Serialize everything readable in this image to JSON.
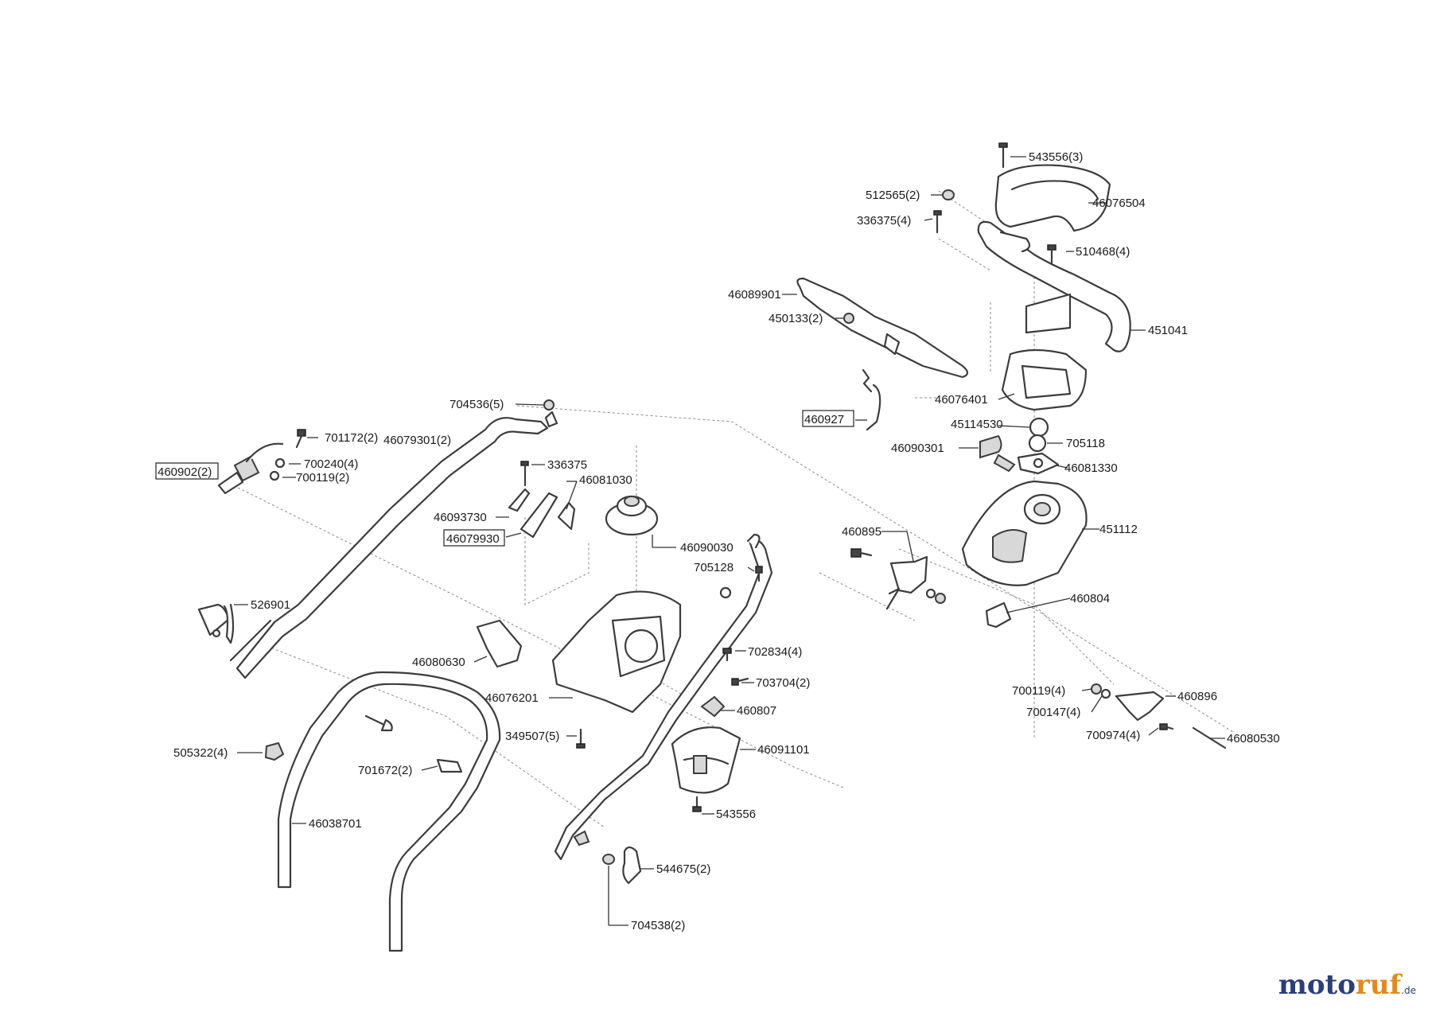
{
  "parts": [
    {
      "id": "543556_3",
      "label": "543556(3)",
      "boxed": false
    },
    {
      "id": "46076504",
      "label": "46076504",
      "boxed": false
    },
    {
      "id": "512565_2",
      "label": "512565(2)",
      "boxed": false
    },
    {
      "id": "336375_4",
      "label": "336375(4)",
      "boxed": false
    },
    {
      "id": "510468_4",
      "label": "510468(4)",
      "boxed": false
    },
    {
      "id": "46089901",
      "label": "46089901",
      "boxed": false
    },
    {
      "id": "450133_2",
      "label": "450133(2)",
      "boxed": false
    },
    {
      "id": "451041",
      "label": "451041",
      "boxed": false
    },
    {
      "id": "46076401",
      "label": "46076401",
      "boxed": false
    },
    {
      "id": "460927",
      "label": "460927",
      "boxed": true
    },
    {
      "id": "45114530",
      "label": "45114530",
      "boxed": false
    },
    {
      "id": "705118",
      "label": "705118",
      "boxed": false
    },
    {
      "id": "46090301",
      "label": "46090301",
      "boxed": false
    },
    {
      "id": "46081330",
      "label": "46081330",
      "boxed": false
    },
    {
      "id": "451112",
      "label": "451112",
      "boxed": false
    },
    {
      "id": "460895",
      "label": "460895",
      "boxed": false
    },
    {
      "id": "460804",
      "label": "460804",
      "boxed": false
    },
    {
      "id": "700119_4",
      "label": "700119(4)",
      "boxed": false
    },
    {
      "id": "460896",
      "label": "460896",
      "boxed": false
    },
    {
      "id": "700147_4",
      "label": "700147(4)",
      "boxed": false
    },
    {
      "id": "700974_4",
      "label": "700974(4)",
      "boxed": false
    },
    {
      "id": "46080530",
      "label": "46080530",
      "boxed": false
    },
    {
      "id": "704536_5",
      "label": "704536(5)",
      "boxed": false
    },
    {
      "id": "701172_2",
      "label": "701172(2)",
      "boxed": false
    },
    {
      "id": "46079301_2",
      "label": "46079301(2)",
      "boxed": false
    },
    {
      "id": "460902_2",
      "label": "460902(2)",
      "boxed": true
    },
    {
      "id": "700240_4",
      "label": "700240(4)",
      "boxed": false
    },
    {
      "id": "700119_2",
      "label": "700119(2)",
      "boxed": false
    },
    {
      "id": "336375",
      "label": "336375",
      "boxed": false
    },
    {
      "id": "46081030",
      "label": "46081030",
      "boxed": false
    },
    {
      "id": "46093730",
      "label": "46093730",
      "boxed": false
    },
    {
      "id": "46079930",
      "label": "46079930",
      "boxed": true
    },
    {
      "id": "46090030",
      "label": "46090030",
      "boxed": false
    },
    {
      "id": "705128",
      "label": "705128",
      "boxed": false
    },
    {
      "id": "526901",
      "label": "526901",
      "boxed": false
    },
    {
      "id": "46080630",
      "label": "46080630",
      "boxed": false
    },
    {
      "id": "702834_4",
      "label": "702834(4)",
      "boxed": false
    },
    {
      "id": "703704_2",
      "label": "703704(2)",
      "boxed": false
    },
    {
      "id": "46076201",
      "label": "46076201",
      "boxed": false
    },
    {
      "id": "460807",
      "label": "460807",
      "boxed": false
    },
    {
      "id": "349507_5",
      "label": "349507(5)",
      "boxed": false
    },
    {
      "id": "46091101",
      "label": "46091101",
      "boxed": false
    },
    {
      "id": "505322_4",
      "label": "505322(4)",
      "boxed": false
    },
    {
      "id": "701672_2",
      "label": "701672(2)",
      "boxed": false
    },
    {
      "id": "543556",
      "label": "543556",
      "boxed": false
    },
    {
      "id": "46038701",
      "label": "46038701",
      "boxed": false
    },
    {
      "id": "544675_2",
      "label": "544675(2)",
      "boxed": false
    },
    {
      "id": "704538_2",
      "label": "704538(2)",
      "boxed": false
    }
  ],
  "watermark": {
    "brand_a": "moto",
    "brand_b": "ruf",
    "suffix": ".de"
  }
}
